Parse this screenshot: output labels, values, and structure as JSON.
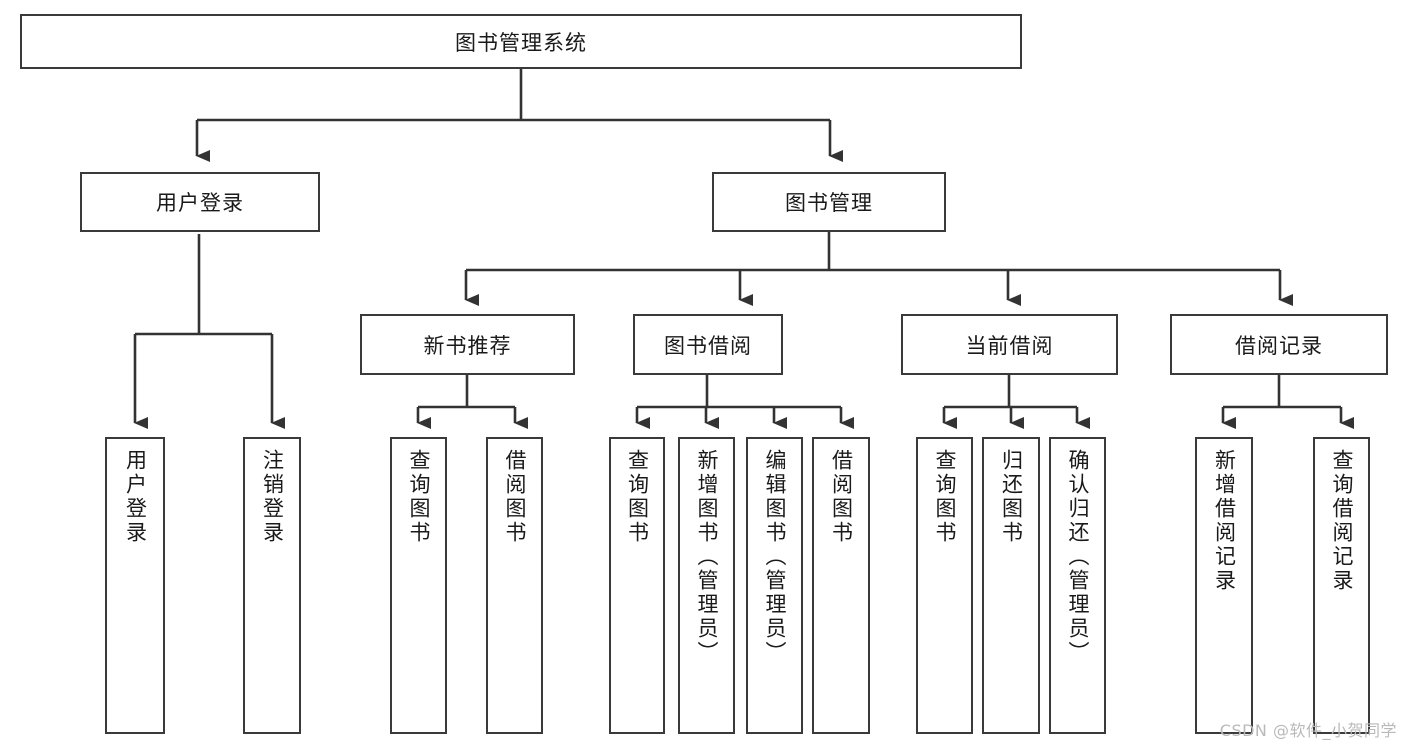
{
  "diagram": {
    "type": "tree",
    "title": "图书管理系统",
    "root": {
      "label": "图书管理系统"
    },
    "level2": [
      {
        "label": "用户登录"
      },
      {
        "label": "图书管理"
      }
    ],
    "level3": [
      {
        "label": "新书推荐"
      },
      {
        "label": "图书借阅"
      },
      {
        "label": "当前借阅"
      },
      {
        "label": "借阅记录"
      }
    ],
    "leaves": {
      "user_login": [
        {
          "label": "用户登录"
        },
        {
          "label": "注销登录"
        }
      ],
      "new_book_recommend": [
        {
          "label": "查询图书"
        },
        {
          "label": "借阅图书"
        }
      ],
      "book_borrow": [
        {
          "label": "查询图书"
        },
        {
          "label": "新增图书（管理员）"
        },
        {
          "label": "编辑图书（管理员）"
        },
        {
          "label": "借阅图书"
        }
      ],
      "current_borrow": [
        {
          "label": "查询图书"
        },
        {
          "label": "归还图书"
        },
        {
          "label": "确认归还（管理员）"
        }
      ],
      "borrow_record": [
        {
          "label": "新增借阅记录"
        },
        {
          "label": "查询借阅记录"
        }
      ]
    }
  },
  "watermark": {
    "text": "CSDN @软件_小贺同学"
  },
  "colors": {
    "border": "#3a3a3a",
    "edge": "#333333",
    "background": "#ffffff",
    "text": "#1a1a1a",
    "watermark": "#b9b9b9"
  }
}
